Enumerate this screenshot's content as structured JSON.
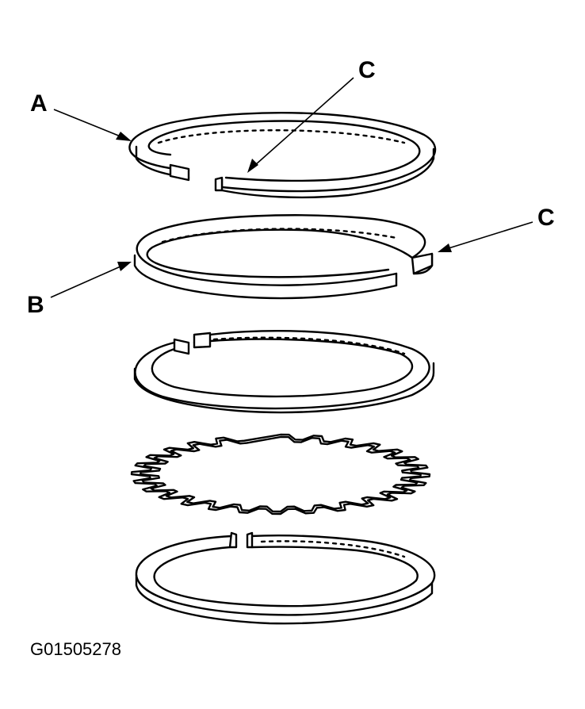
{
  "callouts": {
    "a": "A",
    "b": "B",
    "c_top": "C",
    "c_right": "C"
  },
  "figure_code": "G01505278",
  "components": [
    {
      "name": "top-compression-ring",
      "callout": "A"
    },
    {
      "name": "second-compression-ring",
      "callout": "B"
    },
    {
      "name": "oil-ring-upper-rail"
    },
    {
      "name": "oil-ring-spacer-expander"
    },
    {
      "name": "oil-ring-lower-rail"
    }
  ],
  "colors": {
    "ink": "#000000",
    "paper": "#ffffff"
  }
}
